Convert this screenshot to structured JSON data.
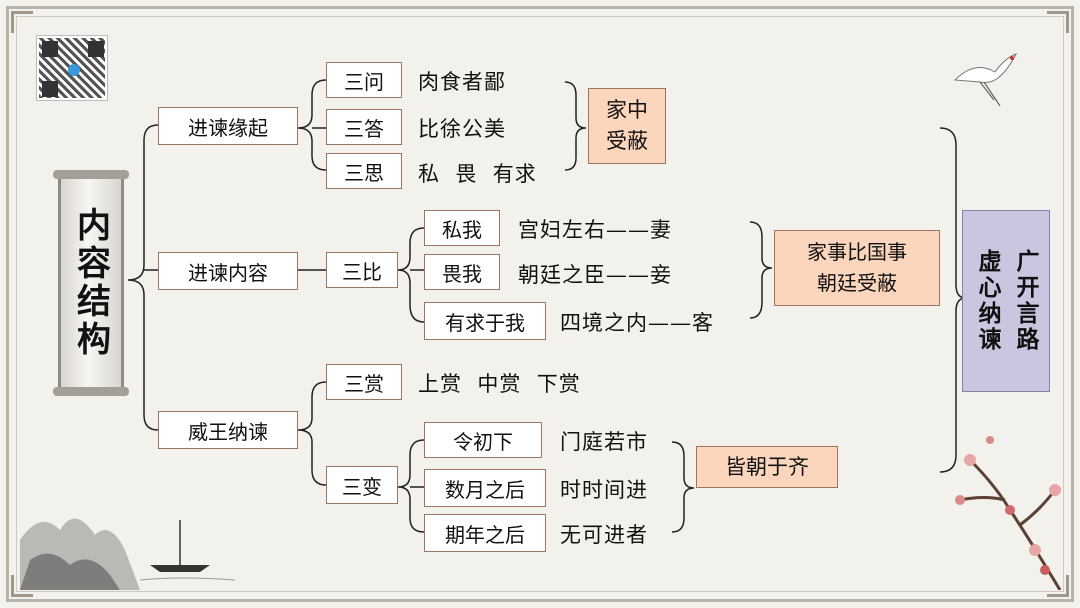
{
  "title": "内容结构",
  "conclusion": [
    "广开言路",
    "虚心纳谏"
  ],
  "branch1": {
    "label": "进谏缘起",
    "items": [
      {
        "label": "三问",
        "text": "肉食者鄙"
      },
      {
        "label": "三答",
        "text": "比徐公美"
      },
      {
        "label": "三思",
        "text": "私  畏  有求"
      }
    ],
    "summary": [
      "家中",
      "受蔽"
    ]
  },
  "branch2": {
    "label": "进谏内容",
    "sub": "三比",
    "items": [
      {
        "label": "私我",
        "text": "宫妇左右——妻"
      },
      {
        "label": "畏我",
        "text": "朝廷之臣——妾"
      },
      {
        "label": "有求于我",
        "text": "四境之内——客"
      }
    ],
    "summary": [
      "家事比国事",
      "朝廷受蔽"
    ]
  },
  "branch3": {
    "label": "威王纳谏",
    "reward": {
      "label": "三赏",
      "text": "上赏  中赏  下赏"
    },
    "change": {
      "label": "三变",
      "items": [
        {
          "label": "令初下",
          "text": "门庭若市"
        },
        {
          "label": "数月之后",
          "text": "时时间进"
        },
        {
          "label": "期年之后",
          "text": "无可进者"
        }
      ],
      "summary": "皆朝于齐"
    }
  },
  "colors": {
    "box_border": "#9c7562",
    "peach": "#fbd6bd",
    "purple": "#cbc5df",
    "background": "#f3f1ec"
  }
}
